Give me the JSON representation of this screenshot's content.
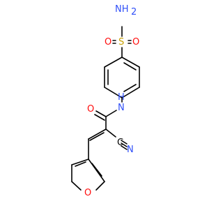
{
  "molecule": {
    "atom_labels": {
      "sulfonamide_nitrogen": "NH",
      "sulfonamide_nitrogen_h2": "2",
      "sulfur": "S",
      "sulfonyl_oxygen_left": "O",
      "sulfonyl_oxygen_right": "O",
      "amide_nitrogen": "N",
      "amide_nitrogen_h": "H",
      "carbonyl_oxygen": "O",
      "nitrile_carbon": "C",
      "nitrile_nitrogen": "N",
      "furan_oxygen": "O"
    },
    "colors": {
      "carbon_bonds": "#000000",
      "nitrogen": "#3050F8",
      "oxygen": "#FF0D0D",
      "sulfur": "#C8A000"
    }
  }
}
